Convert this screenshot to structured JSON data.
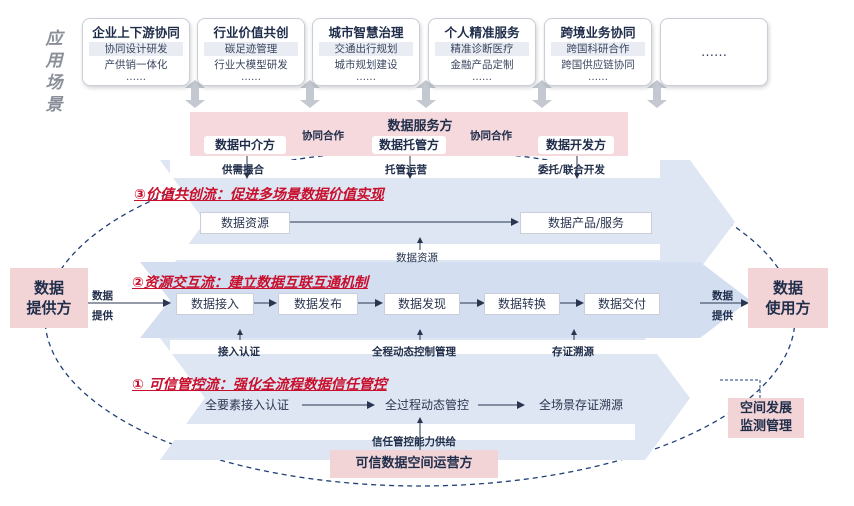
{
  "scenario_label": "应用场景",
  "scenarios": [
    {
      "title": "企业上下游协同",
      "items": [
        "协同设计研发",
        "产供销一体化"
      ],
      "more": "……"
    },
    {
      "title": "行业价值共创",
      "items": [
        "碳足迹管理",
        "行业大模型研发"
      ],
      "more": "……"
    },
    {
      "title": "城市智慧治理",
      "items": [
        "交通出行规划",
        "城市规划建设"
      ],
      "more": "……"
    },
    {
      "title": "个人精准服务",
      "items": [
        "精准诊断医疗",
        "金融产品定制"
      ],
      "more": "……"
    },
    {
      "title": "跨境业务协同",
      "items": [
        "跨国科研合作",
        "跨国供应链协同"
      ],
      "more": "……"
    }
  ],
  "scenario_more": "……",
  "service": {
    "title": "数据服务方",
    "intermediary": "数据中介方",
    "custodian": "数据托管方",
    "developer": "数据开发方",
    "collab_left": "协同合作",
    "collab_right": "协同合作",
    "label_supply_match": "供需撮合",
    "label_custody_ops": "托管运营",
    "label_commission": "委托/联合开发"
  },
  "flow3": {
    "title": "③价值共创流：促进多场景数据价值实现",
    "resource": "数据资源",
    "product": "数据产品/服务"
  },
  "link_data_resource": "数据资源",
  "flow2": {
    "title": "②资源交互流：建立数据互联互通机制",
    "steps": [
      "数据接入",
      "数据发布",
      "数据发现",
      "数据转换",
      "数据交付"
    ]
  },
  "links_mid": {
    "access_auth": "接入认证",
    "process_control": "全程动态控制管理",
    "trace": "存证溯源"
  },
  "flow1": {
    "title": "① 可信管控流：强化全流程数据信任管控",
    "steps": [
      "全要素接入认证",
      "全过程动态管控",
      "全场景存证溯源"
    ]
  },
  "trust_supply": "信任管控能力供给",
  "operator": "可信数据空间运营方",
  "provider": {
    "line1": "数据",
    "line2": "提供方",
    "side_a": "数据",
    "side_b": "提供"
  },
  "user": {
    "line1": "数据",
    "line2": "使用方",
    "side_a": "数据",
    "side_b": "提供"
  },
  "monitor": {
    "line1": "空间发展",
    "line2": "监测管理"
  },
  "colors": {
    "band": "#dde6f2",
    "pink": "#f2d4d7",
    "red": "#c8102e",
    "navy": "#1f2d4a"
  }
}
